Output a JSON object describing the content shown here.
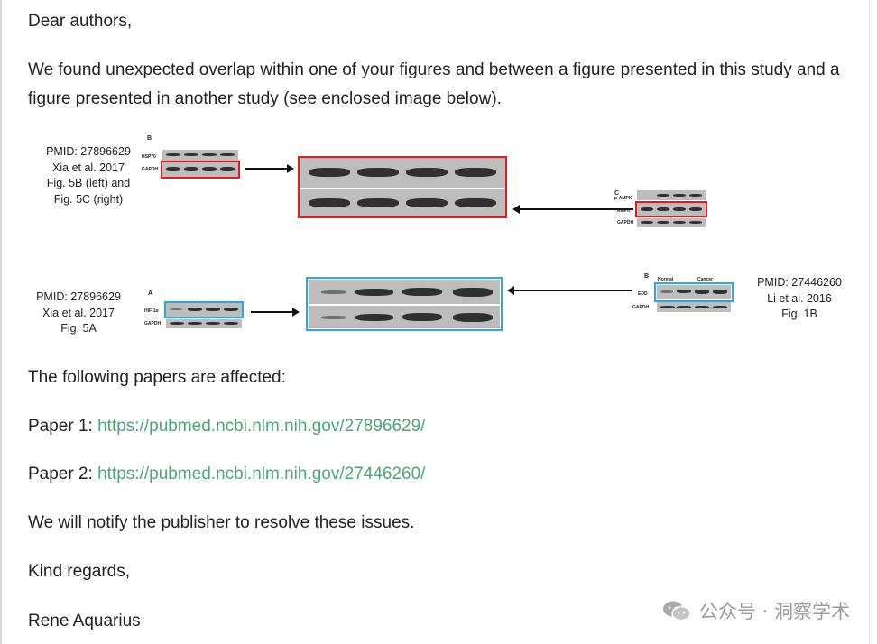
{
  "letter": {
    "greeting": "Dear authors,",
    "intro_line1": "We found unexpected overlap within one of your figures and between a figure presented in this study and a",
    "intro_line2": "figure presented in another study (see enclosed image below).",
    "affected": "The following papers are affected:",
    "paper1_label": "Paper 1:",
    "paper1_link": "https://pubmed.ncbi.nlm.nih.gov/27896629/",
    "paper2_label": "Paper 2:",
    "paper2_link": "https://pubmed.ncbi.nlm.nih.gov/27446260/",
    "notify": "We will notify the publisher to resolve these issues.",
    "closing": "Kind regards,",
    "signature": "Rene Aquarius"
  },
  "figure": {
    "top_left_label": [
      "PMID: 27896629",
      "Xia et al. 2017",
      "Fig. 5B (left) and",
      "Fig. 5C (right)"
    ],
    "bottom_left_label": [
      "PMID: 27896629",
      "Xia et al. 2017",
      "Fig. 5A"
    ],
    "bottom_right_label": [
      "PMID: 27446260",
      "Li et al. 2016",
      "Fig. 1B"
    ],
    "panel_b": "B",
    "panel_c": "C",
    "panel_a": "A",
    "panel_b2": "B",
    "row_hsp70": "HSP70",
    "row_gapdh": "GAPDH",
    "row_pampk": "p-AMPK",
    "row_ampk": "AMPK",
    "row_hif": "HIF-1α",
    "row_edd": "EDD",
    "col_normal": "Normal",
    "col_cancer": "Cancer"
  },
  "watermark": {
    "text": "公众号 · 洞察学术"
  },
  "colors": {
    "link": "#4aa875",
    "highlight_red": "#e21b1b",
    "highlight_blue": "#2aa9e0"
  }
}
